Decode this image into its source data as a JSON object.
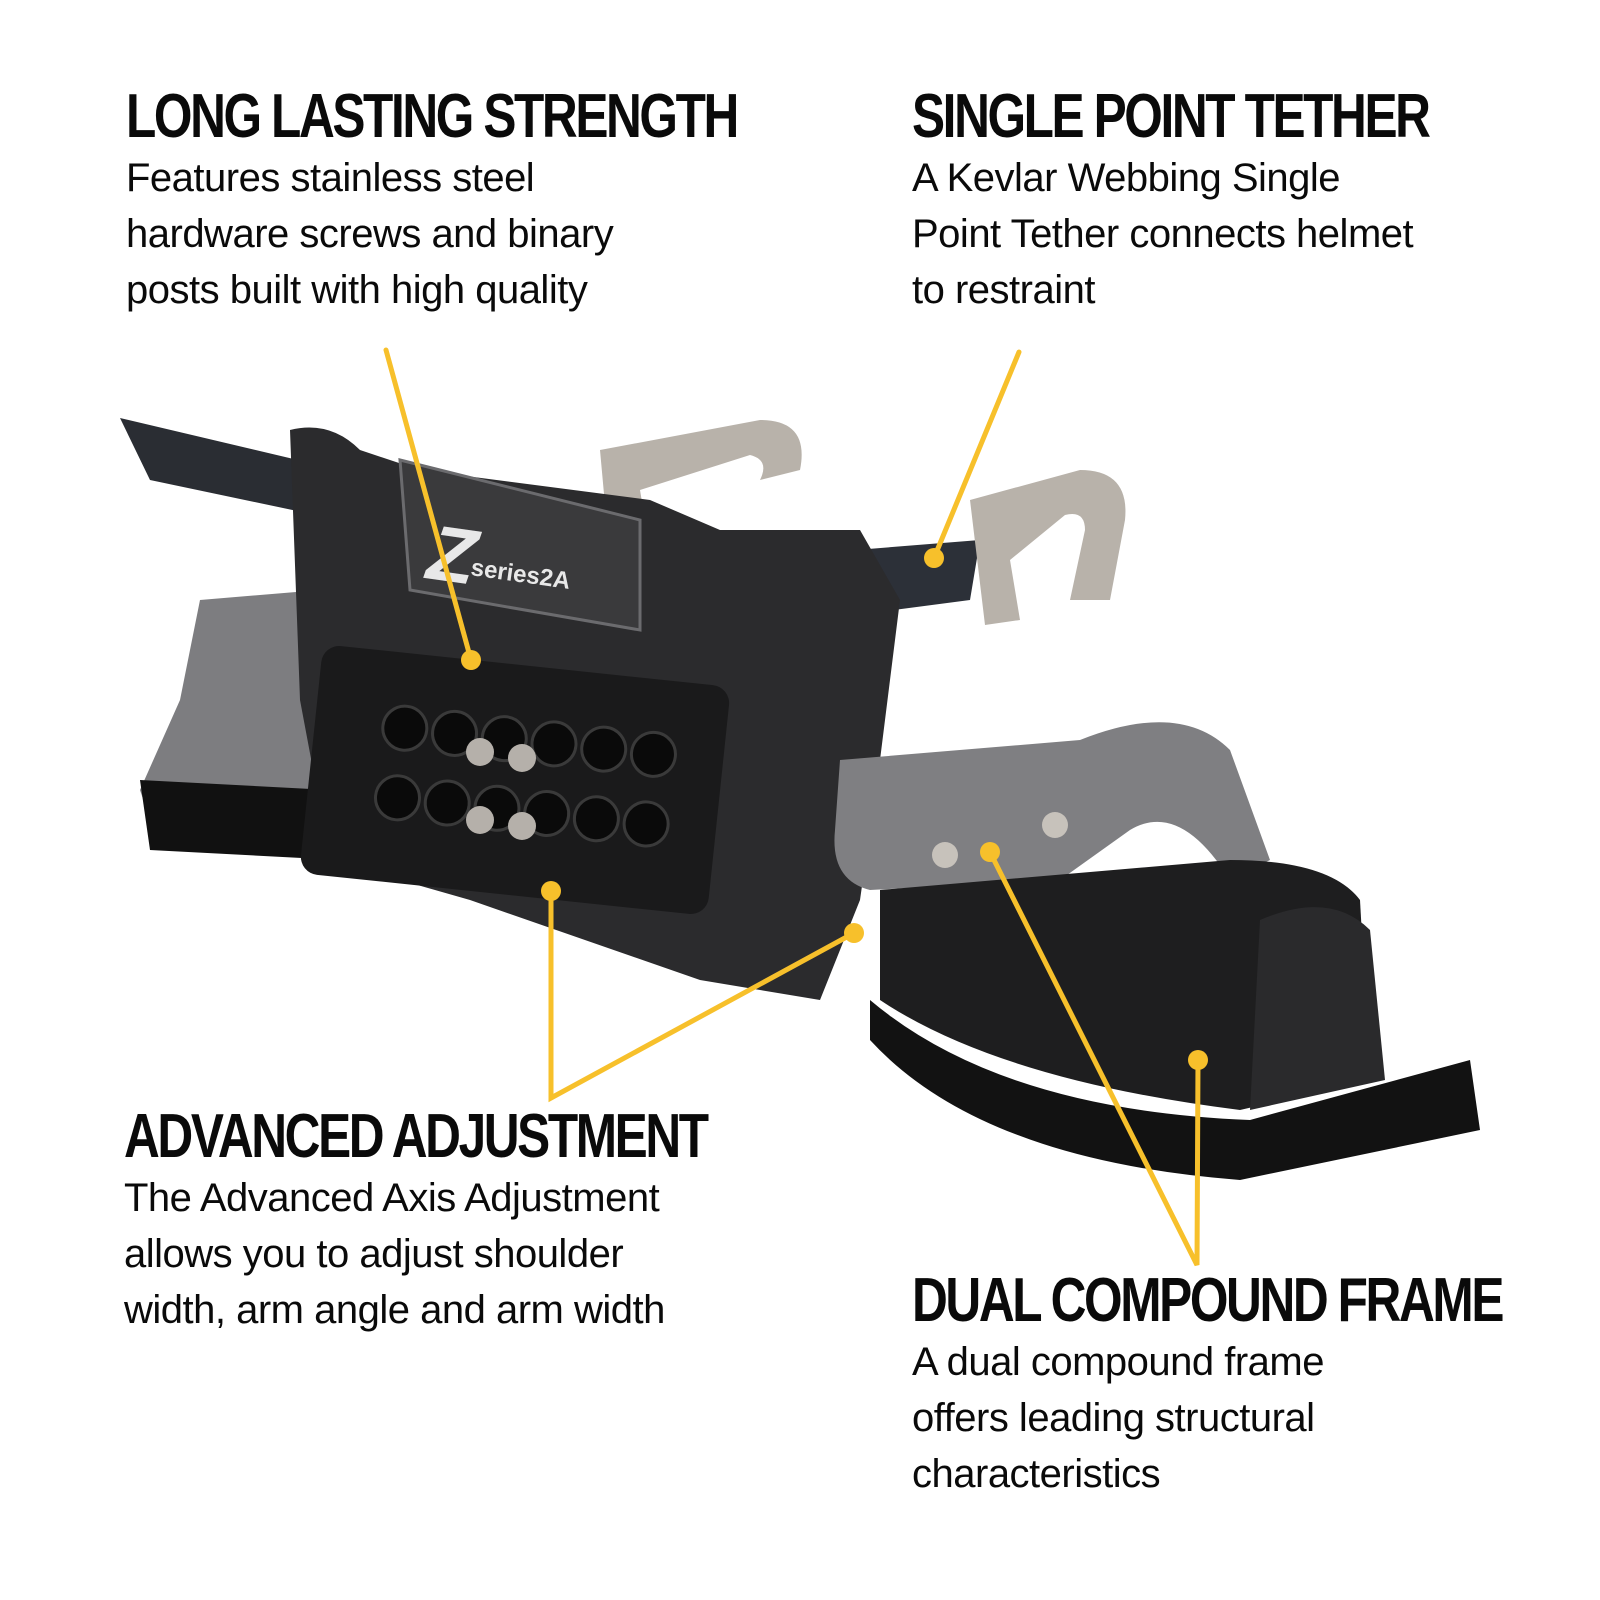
{
  "product": {
    "logo_text": "series2A",
    "logo_letter": "Z"
  },
  "colors": {
    "accent": "#F7C02B",
    "text": "#0a0a0a",
    "background": "#ffffff"
  },
  "features": [
    {
      "title": "LONG LASTING STRENGTH",
      "lines": [
        "Features stainless steel",
        "hardware screws and binary",
        "posts built with high quality"
      ]
    },
    {
      "title": "SINGLE POINT TETHER",
      "lines": [
        "A Kevlar Webbing Single",
        "Point Tether connects helmet",
        "to restraint"
      ]
    },
    {
      "title": "ADVANCED ADJUSTMENT",
      "lines": [
        "The Advanced Axis Adjustment",
        "allows you to adjust shoulder",
        "width, arm angle and arm width"
      ]
    },
    {
      "title": "DUAL COMPOUND FRAME",
      "lines": [
        "A dual compound frame",
        "offers leading structural",
        "characteristics"
      ]
    }
  ]
}
